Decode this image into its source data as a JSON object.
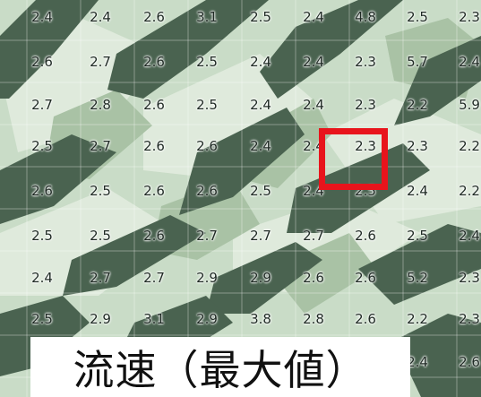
{
  "map": {
    "caption": "流速（最大値）",
    "colors": {
      "background": "#c9dcc7",
      "light_zone": "#d9e8d5",
      "mid_zone": "#a9c2a5",
      "dark_zone": "#4a6350",
      "highlight": "#e8141c"
    },
    "highlighted_cell": {
      "row": 3,
      "col": 6,
      "value": "2.3"
    },
    "grid": [
      [
        "2.4",
        "2.4",
        "2.6",
        "3.1",
        "2.5",
        "2.4",
        "4.8",
        "2.5",
        "2.3"
      ],
      [
        "2.6",
        "2.7",
        "2.6",
        "2.5",
        "2.4",
        "2.4",
        "2.3",
        "5.7",
        "2.4"
      ],
      [
        "2.7",
        "2.8",
        "2.6",
        "2.5",
        "2.4",
        "2.4",
        "2.3",
        "2.2",
        "5.9"
      ],
      [
        "2.5",
        "2.7",
        "2.6",
        "2.6",
        "2.4",
        "2.4",
        "2.3",
        "2.3",
        "2.2"
      ],
      [
        "2.6",
        "2.5",
        "2.6",
        "2.6",
        "2.5",
        "2.4",
        "2.5",
        "2.4",
        "2.2"
      ],
      [
        "2.5",
        "2.5",
        "2.6",
        "2.7",
        "2.7",
        "2.7",
        "2.6",
        "2.5",
        "2.4"
      ],
      [
        "2.4",
        "2.7",
        "2.7",
        "2.9",
        "2.9",
        "2.6",
        "2.6",
        "5.2",
        "2.3"
      ],
      [
        "2.5",
        "2.9",
        "3.1",
        "2.9",
        "3.8",
        "2.8",
        "2.6",
        "2.2",
        "2.3"
      ],
      [
        "",
        "",
        "",
        "",
        "",
        "",
        "",
        "2.4",
        "2.6"
      ]
    ]
  }
}
